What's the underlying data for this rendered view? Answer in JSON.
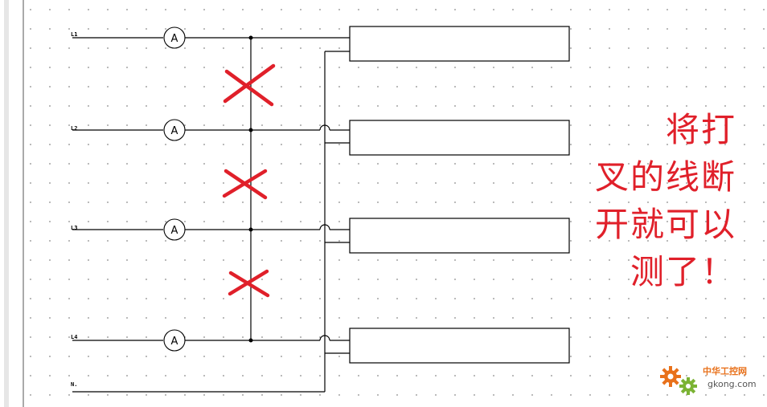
{
  "lines": [
    {
      "id": "L1",
      "label": "L1",
      "meter": "A"
    },
    {
      "id": "L2",
      "label": "L2",
      "meter": "A"
    },
    {
      "id": "L3",
      "label": "L3",
      "meter": "A"
    },
    {
      "id": "L4",
      "label": "L4",
      "meter": "A"
    }
  ],
  "neutral_label": "N.",
  "note_lines": [
    "将打",
    "叉的线断",
    "开就可以",
    "测了！"
  ],
  "watermark": {
    "cn": "中华工控网",
    "en": "gkong.com"
  },
  "colors": {
    "cross": "#e0202a",
    "wire": "#000000",
    "grid_dot": "#8a8a8a",
    "logo": "#e8711b"
  }
}
